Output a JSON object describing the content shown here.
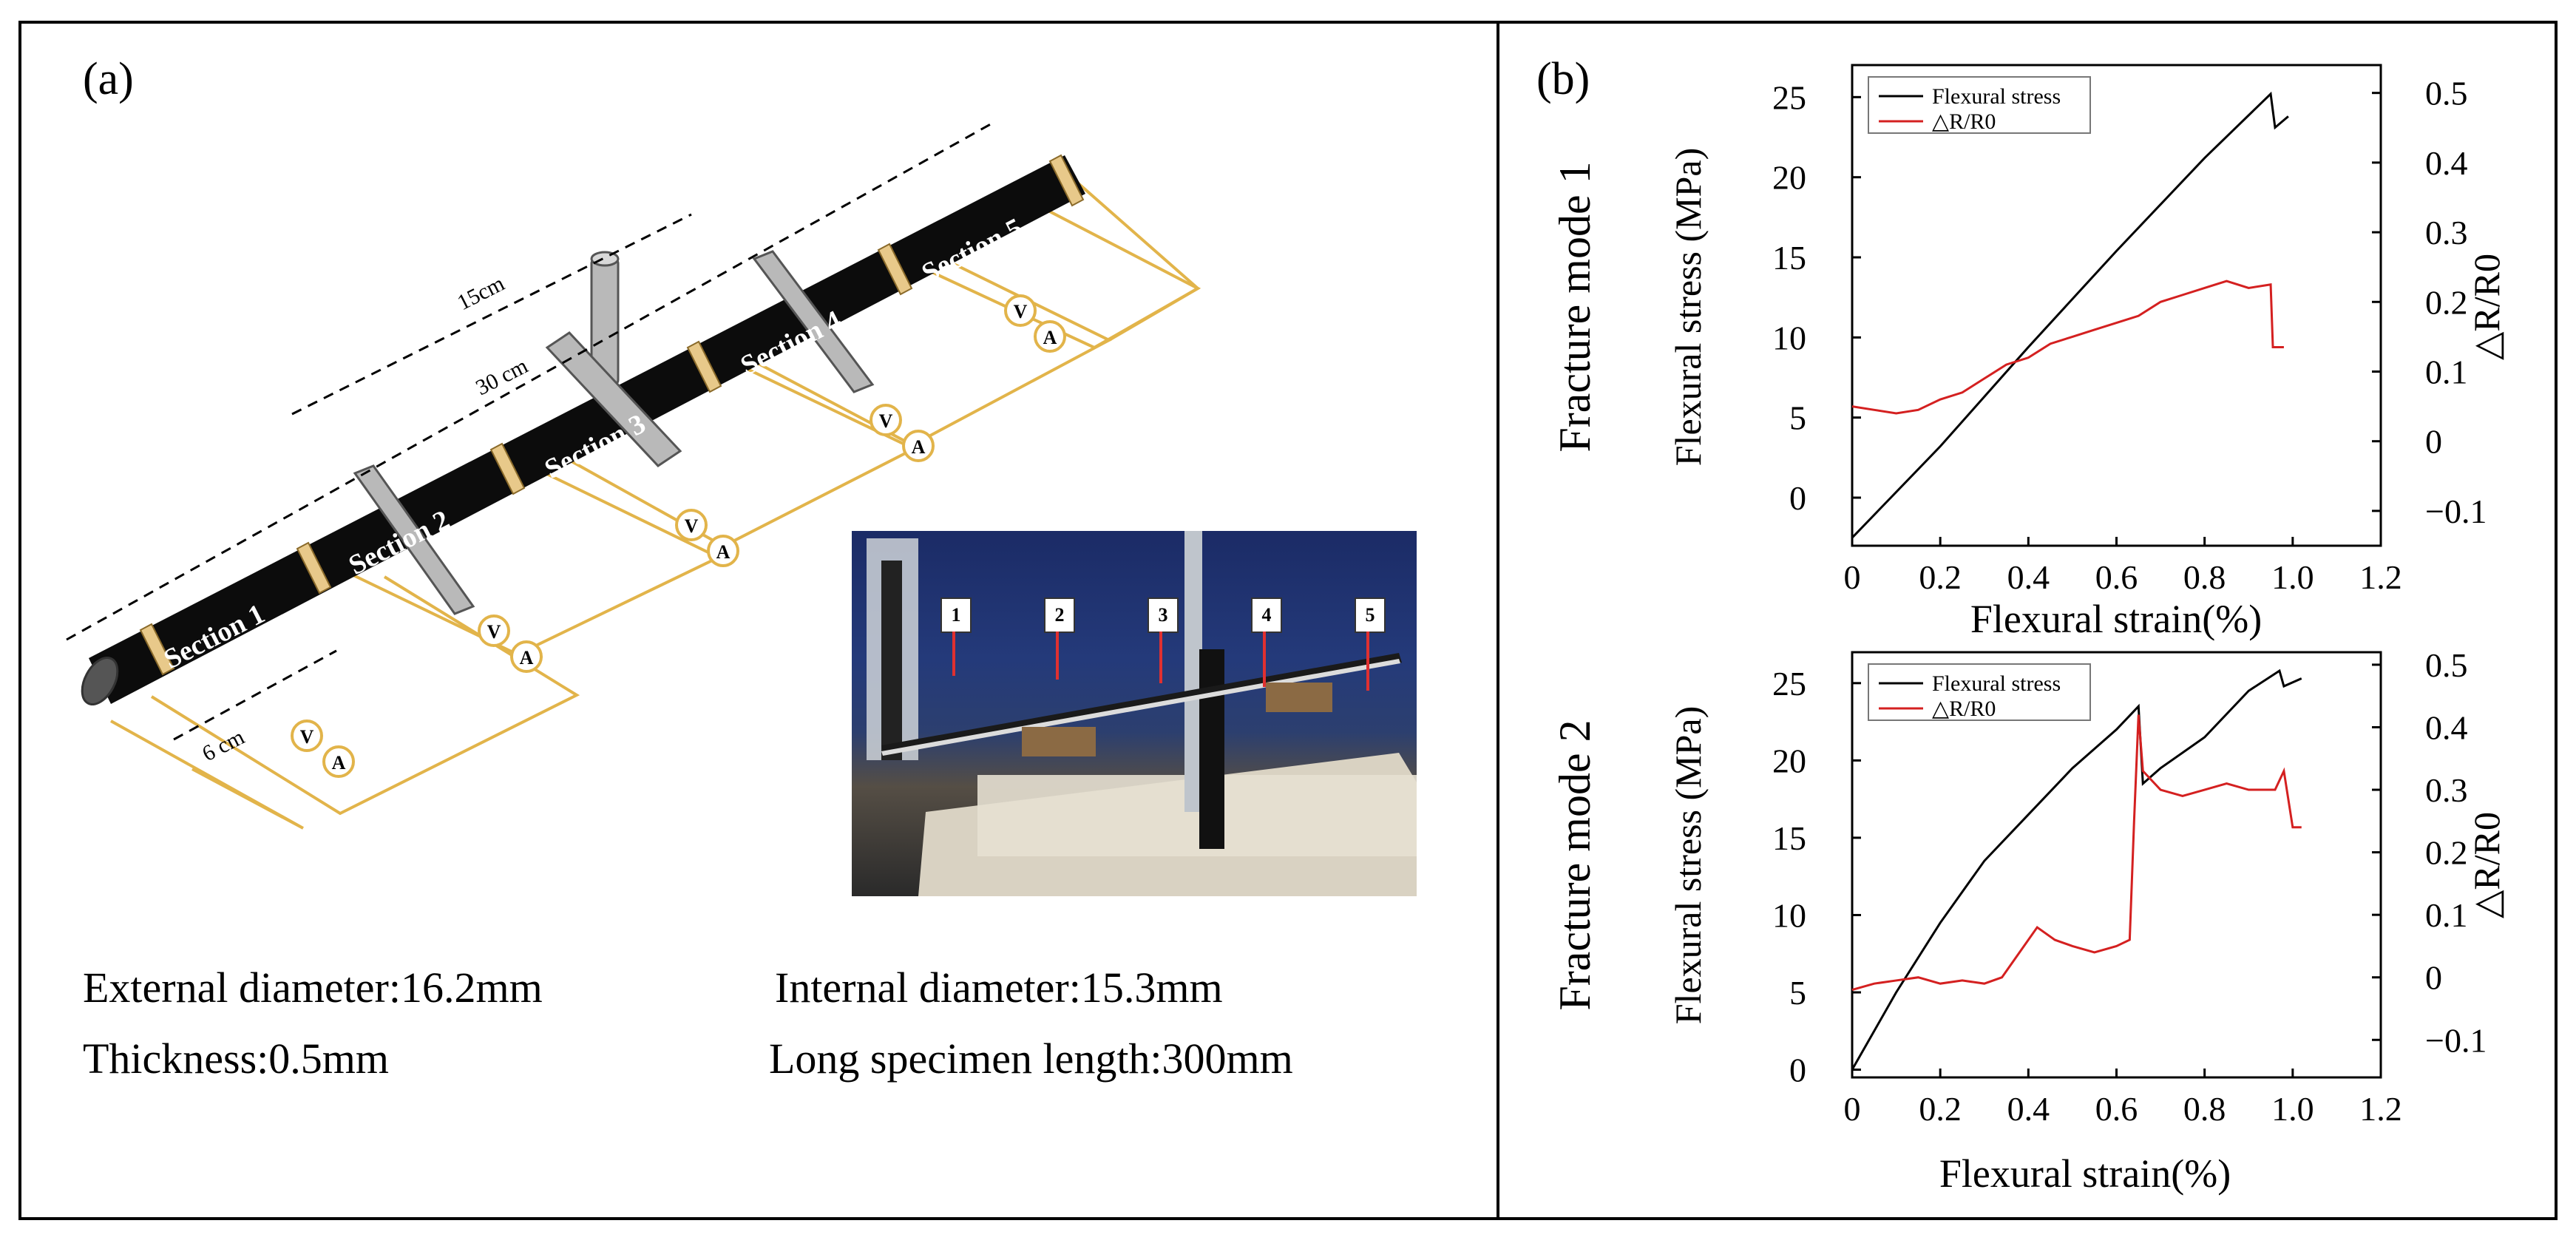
{
  "panel_a": {
    "label": "(a)",
    "sections": [
      "Section 1",
      "Section 2",
      "Section 3",
      "Section 4",
      "Section 5"
    ],
    "dimensions": {
      "d15": "15cm",
      "d30": "30 cm",
      "d6": "6 cm"
    },
    "meter_labels": {
      "voltmeter": "V",
      "ammeter": "A"
    },
    "photo_markers": [
      "1",
      "2",
      "3",
      "4",
      "5"
    ],
    "specs": {
      "external_diameter": "External diameter:16.2mm",
      "internal_diameter": "Internal diameter:15.3mm",
      "thickness": "Thickness:0.5mm",
      "length": "Long specimen length:300mm"
    }
  },
  "panel_b": {
    "label": "(b)"
  },
  "colors": {
    "stress": "#000000",
    "resistance": "#d42020",
    "wire": "#e2b44a",
    "tube": "#0c0c0c",
    "support": "#b9b9b9"
  },
  "chart_data": [
    {
      "type": "line",
      "row_label": "Fracture mode 1",
      "xlabel": "Flexural strain(%)",
      "ylabel": "Flexural stress (MPa)",
      "ylabel_right": "△R/R0",
      "xlim": [
        0,
        1.2
      ],
      "ylim": [
        -3,
        27
      ],
      "ylim_right": [
        -0.15,
        0.54
      ],
      "x_ticks": [
        "0",
        "0.2",
        "0.4",
        "0.6",
        "0.8",
        "1.0",
        "1.2"
      ],
      "y_ticks": [
        "0",
        "5",
        "10",
        "15",
        "20",
        "25"
      ],
      "y_right_ticks": [
        "−0.1",
        "0",
        "0.1",
        "0.2",
        "0.3",
        "0.4",
        "0.5"
      ],
      "legend": {
        "position": "top-left",
        "entries": [
          "Flexural stress",
          "△R/R0"
        ]
      },
      "series": [
        {
          "name": "Flexural stress",
          "axis": "left",
          "x": [
            0,
            0.2,
            0.4,
            0.6,
            0.8,
            0.95,
            0.96,
            0.99
          ],
          "y": [
            -2.5,
            3.2,
            9.4,
            15.4,
            21.2,
            25.2,
            23.1,
            23.8
          ]
        },
        {
          "name": "△R/R0",
          "axis": "right",
          "x": [
            0,
            0.05,
            0.1,
            0.15,
            0.2,
            0.25,
            0.3,
            0.35,
            0.4,
            0.45,
            0.5,
            0.55,
            0.6,
            0.65,
            0.7,
            0.75,
            0.8,
            0.85,
            0.9,
            0.95,
            0.955,
            0.98
          ],
          "y": [
            0.05,
            0.045,
            0.04,
            0.045,
            0.06,
            0.07,
            0.09,
            0.11,
            0.12,
            0.14,
            0.15,
            0.16,
            0.17,
            0.18,
            0.2,
            0.21,
            0.22,
            0.23,
            0.22,
            0.225,
            0.135,
            0.135
          ]
        }
      ]
    },
    {
      "type": "line",
      "row_label": "Fracture mode 2",
      "xlabel": "Flexural strain(%)",
      "ylabel": "Flexural stress (MPa)",
      "ylabel_right": "△R/R0",
      "xlim": [
        0,
        1.2
      ],
      "ylim": [
        -0.5,
        27
      ],
      "ylim_right": [
        -0.16,
        0.52
      ],
      "x_ticks": [
        "0",
        "0.2",
        "0.4",
        "0.6",
        "0.8",
        "1.0",
        "1.2"
      ],
      "y_ticks": [
        "0",
        "5",
        "10",
        "15",
        "20",
        "25"
      ],
      "y_right_ticks": [
        "−0.1",
        "0",
        "0.1",
        "0.2",
        "0.3",
        "0.4",
        "0.5"
      ],
      "legend": {
        "position": "top-left",
        "entries": [
          "Flexural stress",
          "△R/R0"
        ]
      },
      "series": [
        {
          "name": "Flexural stress",
          "axis": "left",
          "x": [
            0,
            0.1,
            0.2,
            0.3,
            0.4,
            0.5,
            0.6,
            0.65,
            0.66,
            0.7,
            0.8,
            0.9,
            0.97,
            0.98,
            1.02
          ],
          "y": [
            0,
            5,
            9.5,
            13.5,
            16.5,
            19.5,
            22,
            23.5,
            18.5,
            19.5,
            21.5,
            24.5,
            25.8,
            24.8,
            25.3
          ]
        },
        {
          "name": "△R/R0",
          "axis": "right",
          "x": [
            0,
            0.05,
            0.1,
            0.15,
            0.2,
            0.25,
            0.3,
            0.34,
            0.38,
            0.42,
            0.46,
            0.5,
            0.55,
            0.6,
            0.63,
            0.64,
            0.65,
            0.66,
            0.7,
            0.75,
            0.8,
            0.85,
            0.9,
            0.96,
            0.98,
            1.0,
            1.02
          ],
          "y": [
            -0.02,
            -0.01,
            -0.005,
            0,
            -0.01,
            -0.005,
            -0.01,
            0.0,
            0.04,
            0.08,
            0.06,
            0.05,
            0.04,
            0.05,
            0.06,
            0.25,
            0.42,
            0.33,
            0.3,
            0.29,
            0.3,
            0.31,
            0.3,
            0.3,
            0.33,
            0.24,
            0.24
          ]
        }
      ]
    }
  ]
}
